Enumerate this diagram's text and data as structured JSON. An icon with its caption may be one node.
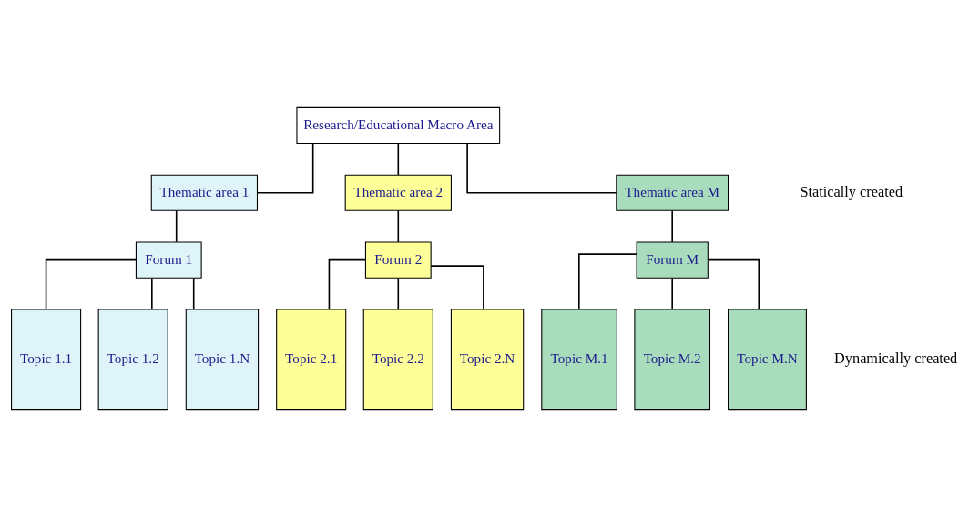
{
  "diagram": {
    "nodes": [
      {
        "text": [
          "Research/Educational Macro Area"
        ]
      },
      {
        "text": [
          "Thematic area 1"
        ]
      },
      {
        "text": [
          "Thematic area 2"
        ]
      },
      {
        "text": [
          "Thematic area M"
        ]
      },
      {
        "text": [
          "Forum 1"
        ]
      },
      {
        "text": [
          "Forum 2"
        ]
      },
      {
        "text": [
          "Forum M"
        ]
      },
      {
        "text": [
          "Topic 1.1"
        ]
      },
      {
        "text": [
          "Topic 1.2"
        ]
      },
      {
        "text": [
          "Topic 1.N"
        ]
      },
      {
        "text": [
          "Topic 2.1"
        ]
      },
      {
        "text": [
          "Topic 2.2"
        ]
      },
      {
        "text": [
          "Topic 2.N"
        ]
      },
      {
        "text": [
          "Topic M.1"
        ]
      },
      {
        "text": [
          "Topic M.2"
        ]
      },
      {
        "text": [
          "Topic M.N"
        ]
      }
    ],
    "edges": [
      {
        "from": 0,
        "to": 1,
        "arrow": "none"
      },
      {
        "from": 0,
        "to": 2,
        "arrow": "none"
      },
      {
        "from": 0,
        "to": 3,
        "arrow": "none"
      },
      {
        "from": 1,
        "to": 4,
        "arrow": "none"
      },
      {
        "from": 2,
        "to": 5,
        "arrow": "none"
      },
      {
        "from": 3,
        "to": 6,
        "arrow": "none"
      },
      {
        "from": 4,
        "to": 7,
        "arrow": "none"
      },
      {
        "from": 4,
        "to": 8,
        "arrow": "none"
      },
      {
        "from": 4,
        "to": 9,
        "arrow": "none"
      },
      {
        "from": 5,
        "to": 10,
        "arrow": "none"
      },
      {
        "from": 5,
        "to": 11,
        "arrow": "none"
      },
      {
        "from": 5,
        "to": 12,
        "arrow": "none"
      },
      {
        "from": 6,
        "to": 13,
        "arrow": "none"
      },
      {
        "from": 6,
        "to": 14,
        "arrow": "none"
      },
      {
        "from": 6,
        "to": 15,
        "arrow": "none"
      }
    ],
    "labels": [
      "Statically created",
      "Dynamically created"
    ]
  }
}
